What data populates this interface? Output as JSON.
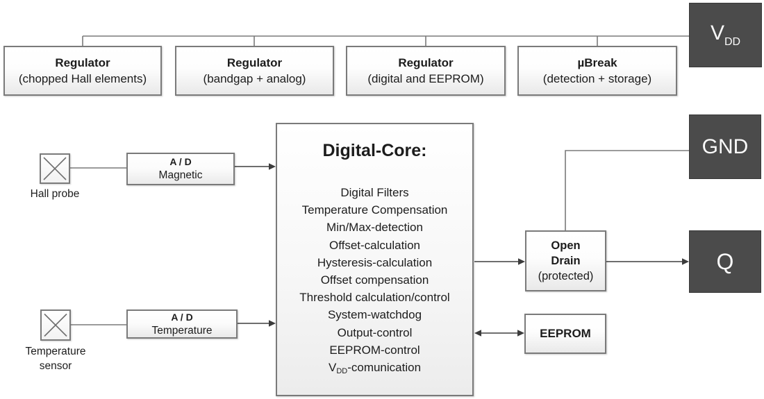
{
  "colors": {
    "dark_pin_bg": "#4b4b4b",
    "dark_pin_border": "#383838",
    "light_box_border": "#7a7a7a",
    "light_box_gradient_bottom": "#e9e9e9",
    "wire_gray": "#7a7a7a",
    "arrow_dark": "#3c3c3c",
    "text_color": "#1c1c1c"
  },
  "top_row": {
    "boxes": [
      {
        "title": "Regulator",
        "subtitle": "(chopped Hall elements)"
      },
      {
        "title": "Regulator",
        "subtitle": "(bandgap + analog)"
      },
      {
        "title": "Regulator",
        "subtitle": "(digital and EEPROM)"
      },
      {
        "title": "µBreak",
        "subtitle": "(detection + storage)"
      }
    ]
  },
  "pins": {
    "vdd": {
      "prefix": "V",
      "subscript": "DD"
    },
    "gnd": {
      "label": "GND"
    },
    "q": {
      "label": "Q"
    }
  },
  "core": {
    "title": "Digital-Core:",
    "functions": [
      "Digital Filters",
      "Temperature Compensation",
      "Min/Max-detection",
      "Offset-calculation",
      "Hysteresis-calculation",
      "Offset compensation",
      "Threshold calculation/control",
      "System-watchdog",
      "Output-control",
      "EEPROM-control"
    ],
    "last_function": {
      "prefix": "V",
      "subscript": "DD",
      "suffix": "-comunication"
    }
  },
  "sensors": {
    "hall": {
      "label": "Hall probe",
      "adc": {
        "line1": "A / D",
        "line2": "Magnetic"
      }
    },
    "temperature": {
      "label_line1": "Temperature",
      "label_line2": "sensor",
      "adc": {
        "line1": "A / D",
        "line2": "Temperature"
      }
    }
  },
  "output": {
    "open_drain": {
      "line1": "Open",
      "line2": "Drain",
      "line3": "(protected)"
    },
    "eeprom": {
      "label": "EEPROM"
    }
  }
}
